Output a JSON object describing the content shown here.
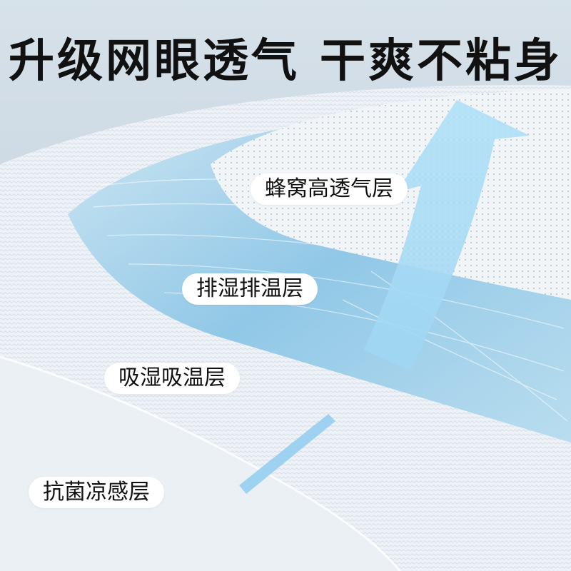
{
  "headline": {
    "part1": "升级网眼透气",
    "part2": "干爽不粘身"
  },
  "layers": [
    {
      "label": "蜂窝高透气层"
    },
    {
      "label": "排湿排温层"
    },
    {
      "label": "吸湿吸温层"
    },
    {
      "label": "抗菌凉感层"
    }
  ],
  "colors": {
    "background": "#cfdbe5",
    "fabric_white": "#f3f6f9",
    "fiber_blue": "#8cc6e6",
    "arrow_blue": "#a6dcf5",
    "text": "#111111",
    "label_bg": "#ffffff"
  },
  "icons": {
    "airflow_arrow": "up-arrow-icon"
  }
}
